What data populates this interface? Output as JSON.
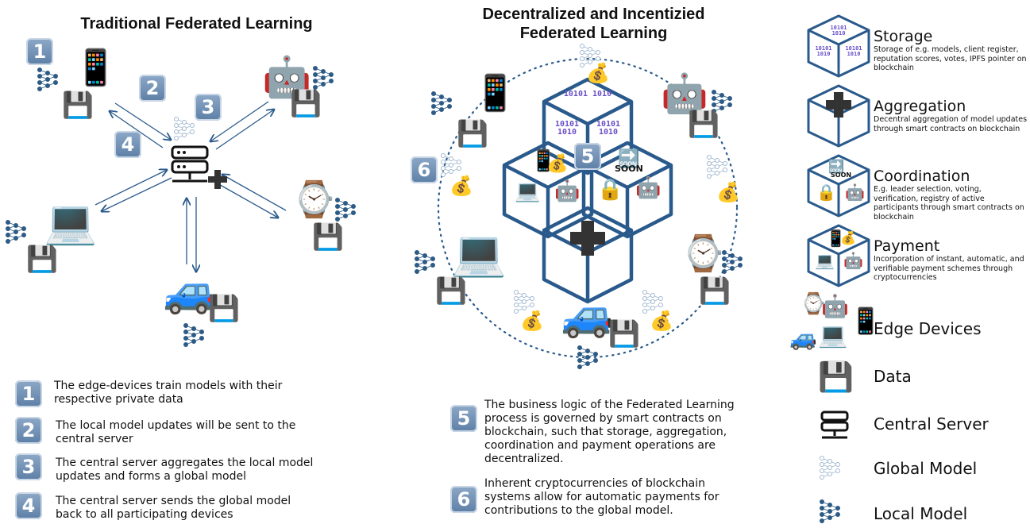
{
  "left": {
    "title": "Traditional Federated Learning",
    "step_badges": [
      "1",
      "2",
      "3",
      "4"
    ],
    "steps": [
      {
        "num": "1",
        "text": "The edge-devices train models with their respective private data"
      },
      {
        "num": "2",
        "text": "The local model updates will be sent to the central server"
      },
      {
        "num": "3",
        "text": "The central server aggregates the local model updates and forms a global model"
      },
      {
        "num": "4",
        "text": "The central server sends the global model back to all participating devices"
      }
    ]
  },
  "center": {
    "title_line1": "Decentralized and Incentizied",
    "title_line2": "Federated Learning",
    "badge_5": "5",
    "badge_6": "6",
    "binary_text": "10101 1010",
    "soon_text": "SOON",
    "steps": [
      {
        "num": "5",
        "text": "The business logic of the Federated Learning process is governed by smart contracts on blockchain, such that storage, aggregation, coordination and payment operations are decentralized."
      },
      {
        "num": "6",
        "text": "Inherent cryptocurrencies of blockchain systems allow for automatic payments for contributions to the global model."
      }
    ]
  },
  "legend": {
    "storage": {
      "title": "Storage",
      "desc": "Storage of e.g. models, client register, reputation scores, votes, IPFS pointer on blockchain"
    },
    "aggregation": {
      "title": "Aggregation",
      "desc": "Decentral aggregation of model updates through smart contracts on blockchain"
    },
    "coordination": {
      "title": "Coordination",
      "desc": "E.g. leader selection, voting, verification, registry of active participants through smart contracts on blockchain"
    },
    "payment": {
      "title": "Payment",
      "desc": "Incorporation of instant, automatic, and verifiable payment schemes through cryptocurrencies"
    },
    "items": [
      "Edge Devices",
      "Data",
      "Central Server",
      "Global Model",
      "Local Model"
    ]
  },
  "icons": {
    "phone": "📱",
    "robot": "🤖",
    "watch": "⌚",
    "car": "🚙",
    "laptop": "💻",
    "money": "💰",
    "lock": "🔒",
    "soon": "🔜",
    "floppy": "💾"
  },
  "colors": {
    "accent": "#2a5a8c",
    "badge": "#6e8fb5",
    "hex_stroke": "#2a5a8c",
    "model_dark": "#2d5b86",
    "model_light": "#9fb7cf"
  }
}
